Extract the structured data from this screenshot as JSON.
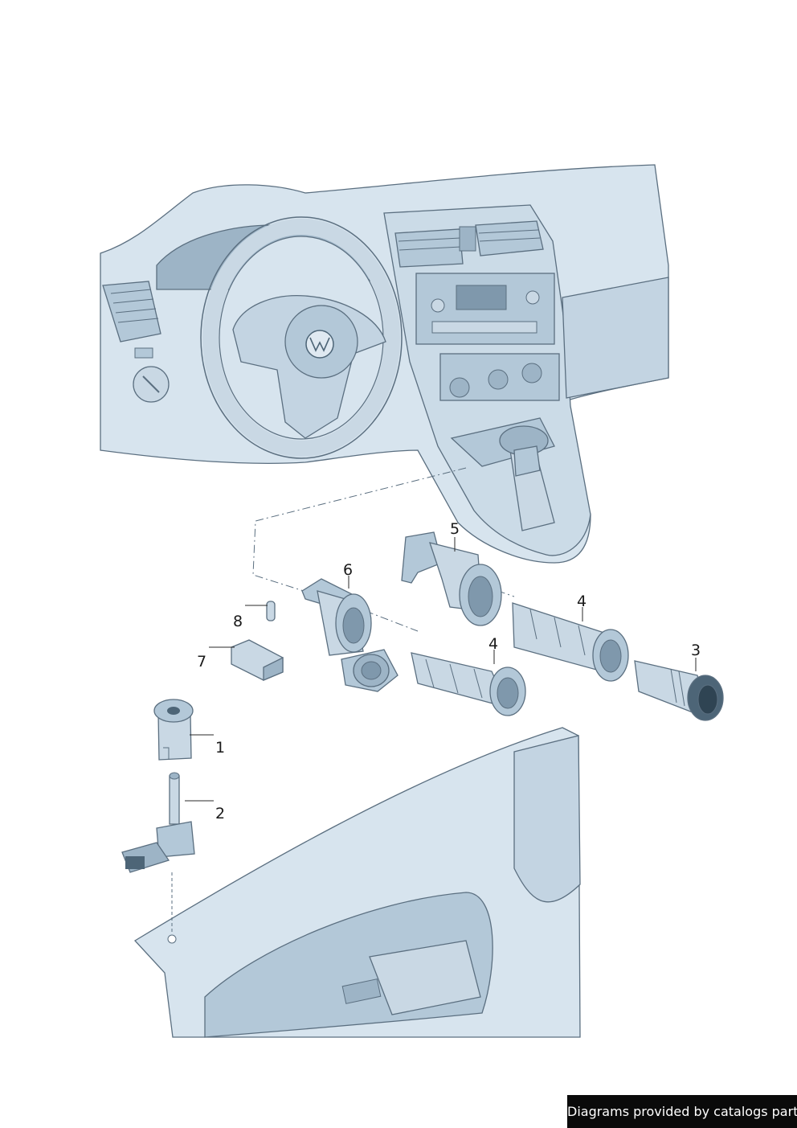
{
  "palette": {
    "body": "#d7e4ee",
    "mid": "#b3c8d8",
    "dark": "#7f98ac",
    "deep": "#4d6577",
    "edge": "#5b6f80"
  },
  "callouts": [
    {
      "id": "1",
      "label": "1"
    },
    {
      "id": "2",
      "label": "2"
    },
    {
      "id": "3",
      "label": "3"
    },
    {
      "id": "4a",
      "label": "4"
    },
    {
      "id": "4b",
      "label": "4"
    },
    {
      "id": "5",
      "label": "5"
    },
    {
      "id": "6",
      "label": "6"
    },
    {
      "id": "7",
      "label": "7"
    },
    {
      "id": "8",
      "label": "8"
    }
  ],
  "watermark": {
    "text": "Diagrams provided by catalogs parts"
  }
}
